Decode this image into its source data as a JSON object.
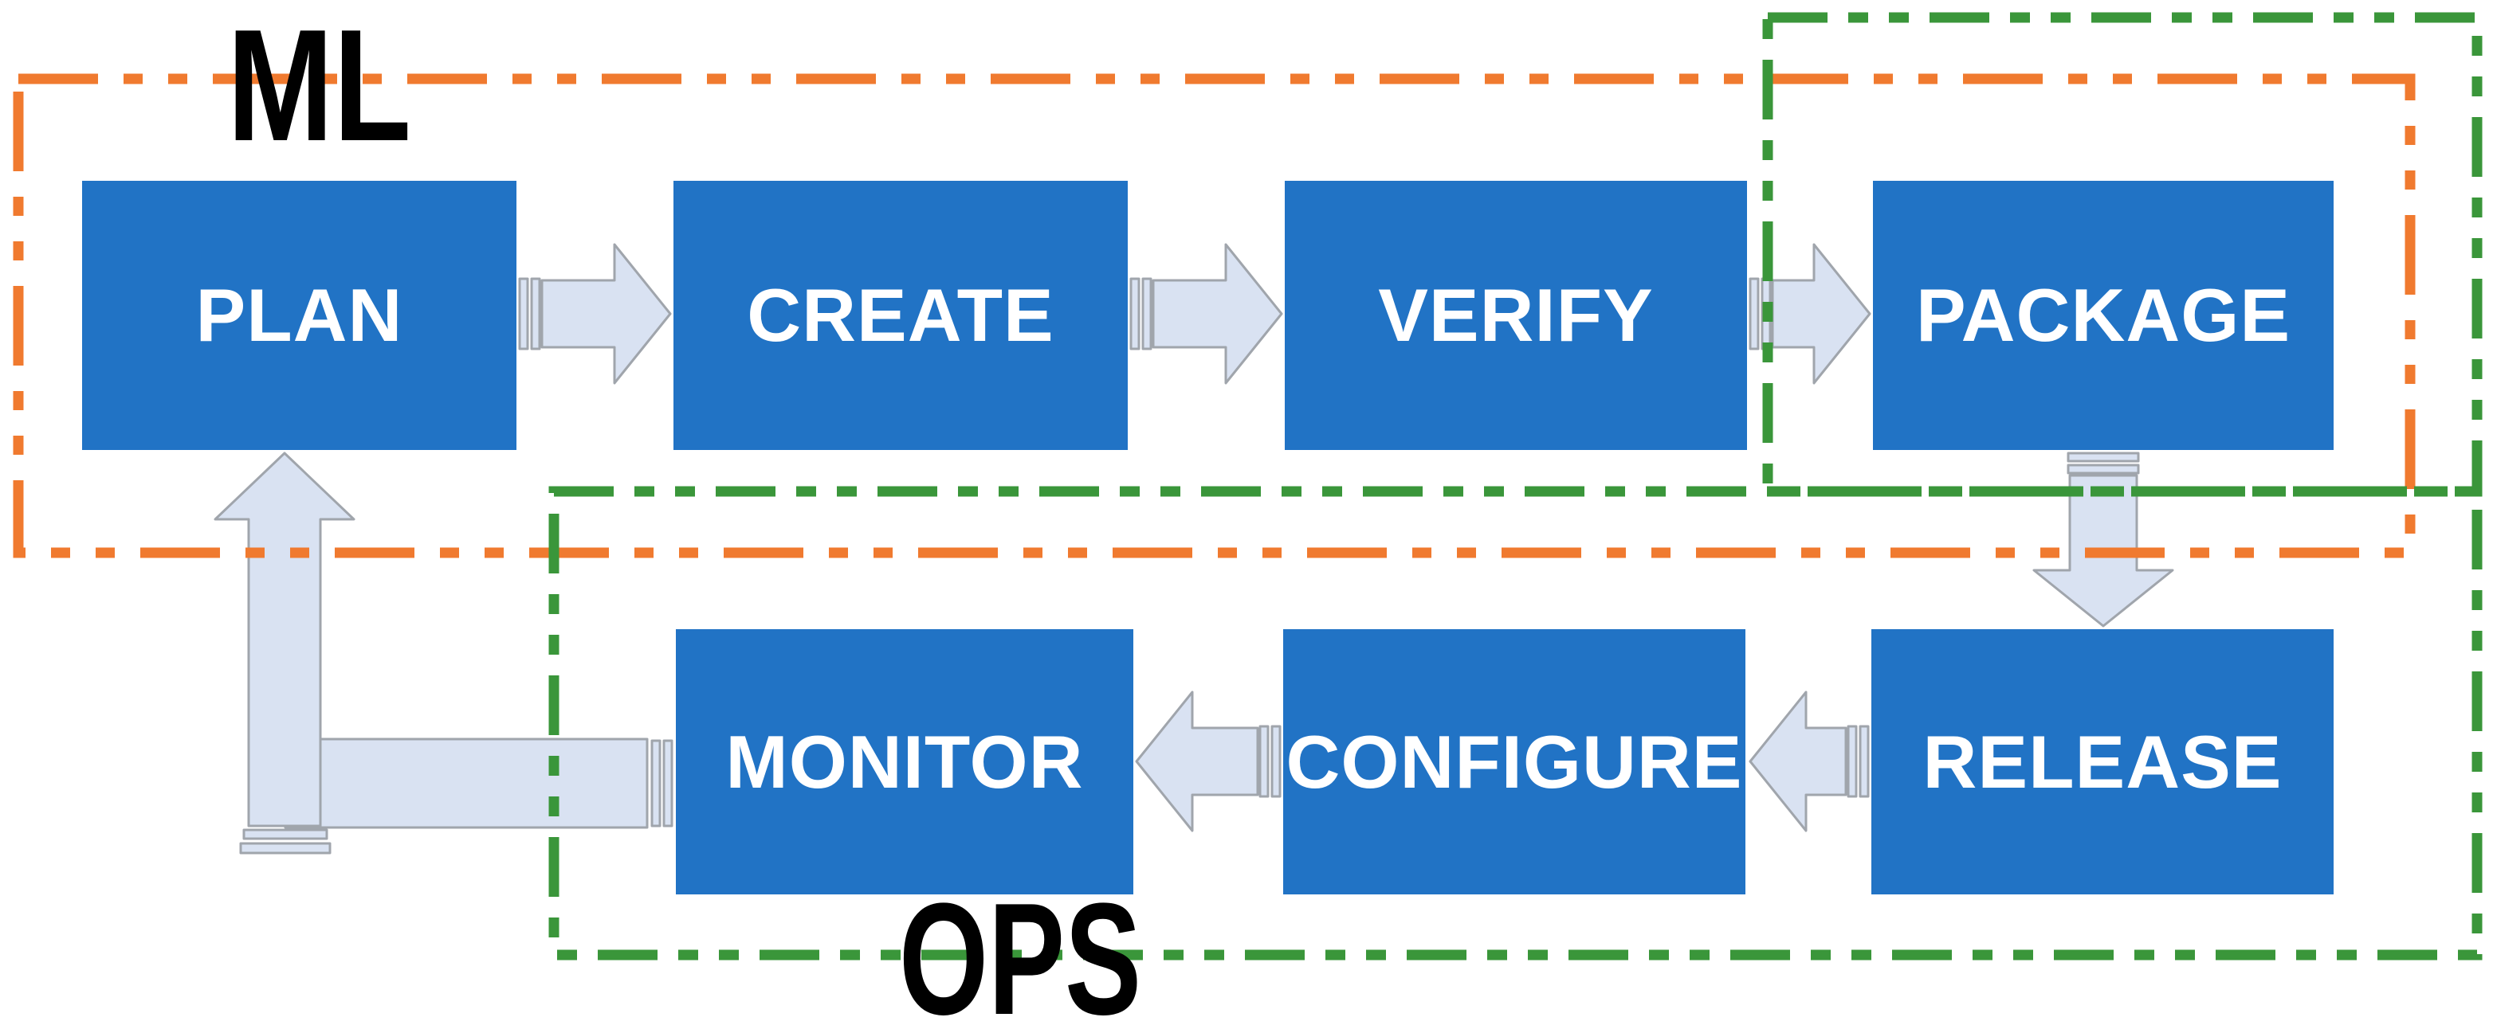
{
  "diagram": {
    "ml_label": "ML",
    "ops_label": "OPS",
    "boxes": [
      {
        "id": "plan",
        "label": "PLAN"
      },
      {
        "id": "create",
        "label": "CREATE"
      },
      {
        "id": "verify",
        "label": "VERIFY"
      },
      {
        "id": "package",
        "label": "PACKAGE"
      },
      {
        "id": "monitor",
        "label": "MONITOR"
      },
      {
        "id": "configure",
        "label": "CONFIGURE"
      },
      {
        "id": "release",
        "label": "RELEASE"
      }
    ],
    "connections": [
      {
        "from": "PLAN",
        "to": "CREATE"
      },
      {
        "from": "CREATE",
        "to": "VERIFY"
      },
      {
        "from": "VERIFY",
        "to": "PACKAGE"
      },
      {
        "from": "PACKAGE",
        "to": "RELEASE"
      },
      {
        "from": "RELEASE",
        "to": "CONFIGURE"
      },
      {
        "from": "CONFIGURE",
        "to": "MONITOR"
      },
      {
        "from": "MONITOR",
        "to": "PLAN"
      }
    ],
    "zones": [
      {
        "label": "ML",
        "contains": [
          "PLAN",
          "CREATE",
          "VERIFY",
          "PACKAGE"
        ]
      },
      {
        "label": "OPS",
        "contains": [
          "PACKAGE",
          "RELEASE",
          "CONFIGURE",
          "MONITOR"
        ]
      }
    ],
    "colors": {
      "background": "#FFFFFF",
      "box_fill": "#2173C5",
      "box_text": "#FFFFFF",
      "arrow_fill": "#D9E2F2",
      "arrow_stroke": "#A0A5AC",
      "ml_border": "#F07A2F",
      "ops_border": "#3A963A",
      "label_text": "#000000"
    }
  }
}
